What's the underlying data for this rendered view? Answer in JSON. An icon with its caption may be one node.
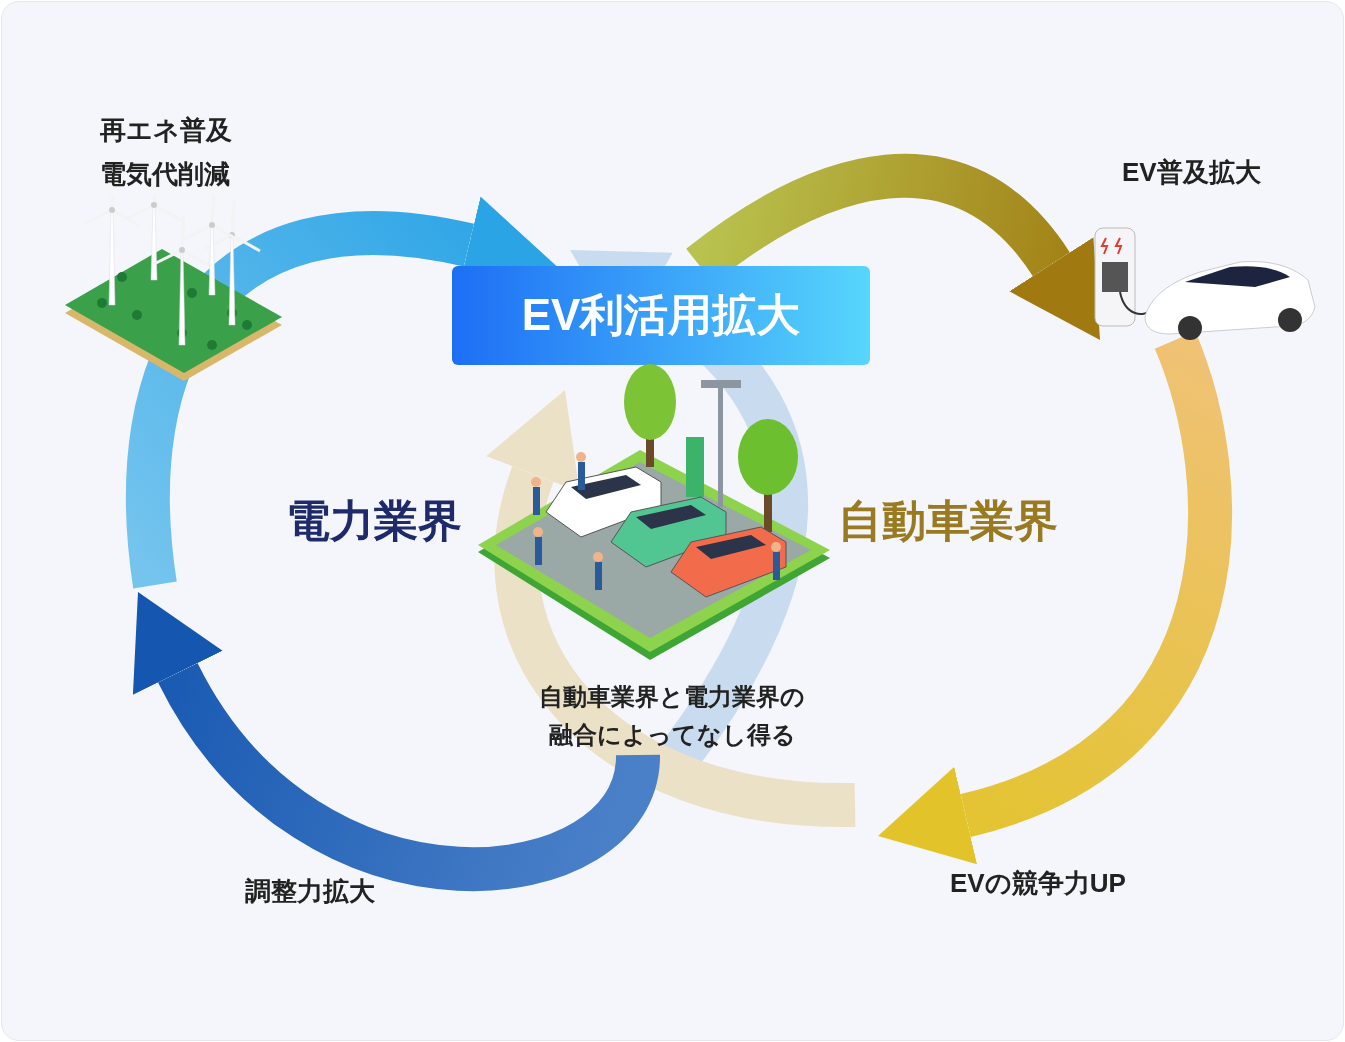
{
  "diagram": {
    "nodes": [
      {
        "text": [],
        "shape": "picture",
        "beside": [
          "再エネ普及電気代削減"
        ]
      },
      {
        "text": [
          "EV利活用拡大"
        ]
      },
      {
        "text": [],
        "shape": "picture",
        "beside": [
          "EV普及拡大"
        ]
      },
      {
        "text": [],
        "shape": "picture"
      },
      {
        "text": [
          "自動車業界と電力業界の融合によってなし得る"
        ]
      }
    ],
    "edges": [
      {
        "from": null,
        "to": 1,
        "arrow": "to",
        "color": "#2ba4e6"
      },
      {
        "from": 4,
        "to": null,
        "arrow": "to",
        "color": "#1456b0"
      },
      {
        "from": 1,
        "to": 2,
        "arrow": "to",
        "color": "#a07a10"
      },
      {
        "from": 2,
        "to": null,
        "arrow": "to",
        "color": "#e2c42a"
      }
    ],
    "labels": [
      "電力業界",
      "自動車業界",
      "調整力拡大",
      "EVの競争力UP"
    ]
  }
}
